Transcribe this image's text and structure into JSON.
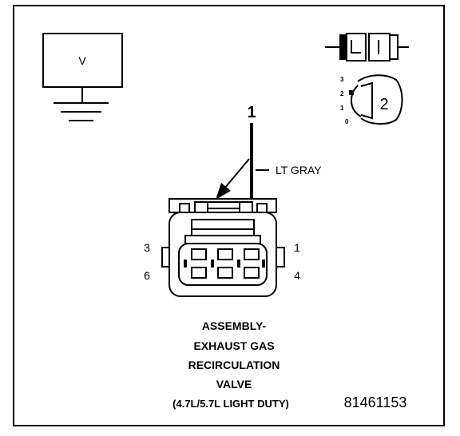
{
  "meter": {
    "label": "V"
  },
  "legend": {
    "scale_ticks": [
      "3",
      "2",
      "1",
      "0"
    ],
    "view_number": "2"
  },
  "connector": {
    "callout_number": "1",
    "wire_color_label": "LT GRAY",
    "pin_labels": {
      "top_left": "3",
      "top_right": "1",
      "bottom_left": "6",
      "bottom_right": "4"
    }
  },
  "title_lines": [
    "ASSEMBLY-",
    "EXHAUST GAS",
    "RECIRCULATION",
    "VALVE",
    "(4.7L/5.7L LIGHT DUTY)"
  ],
  "figure_number": "81461153"
}
